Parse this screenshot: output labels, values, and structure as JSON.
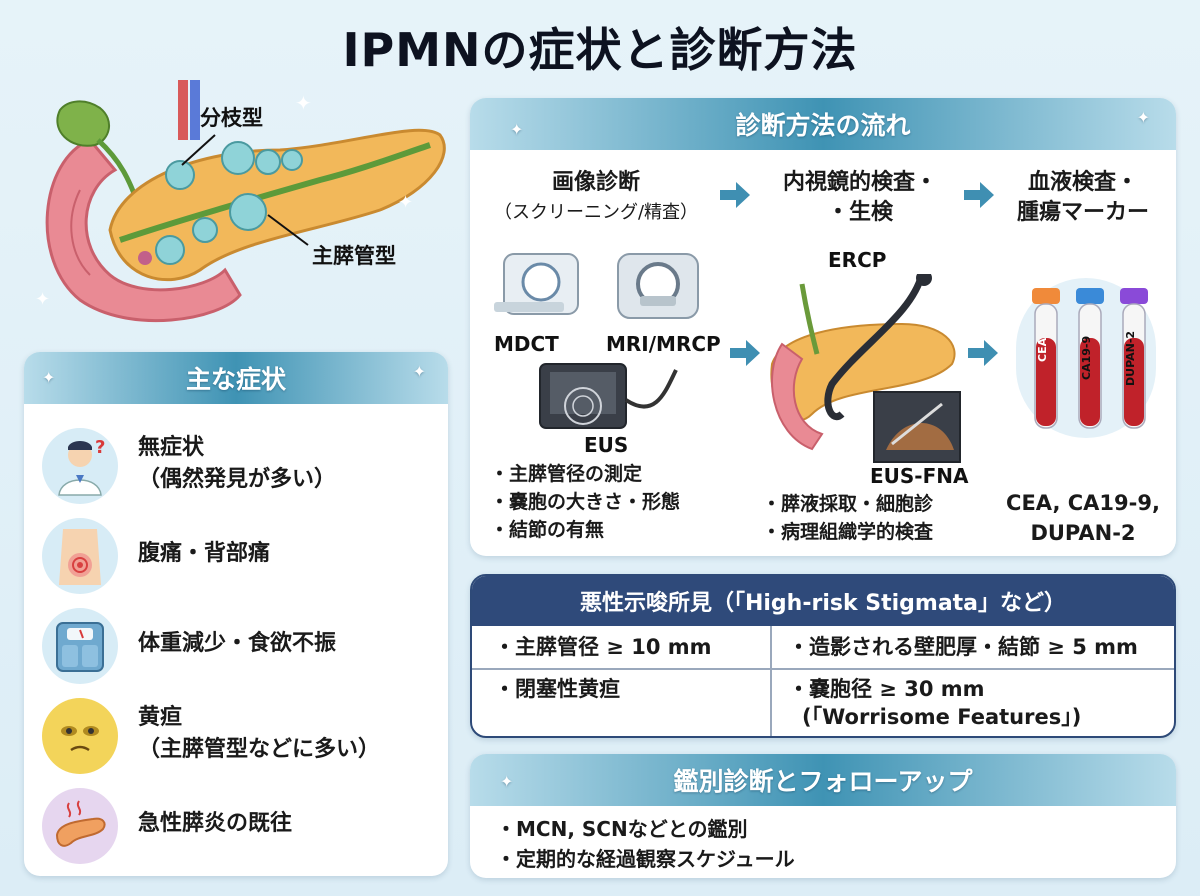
{
  "title": "IPMNの症状と診断方法",
  "illustration": {
    "label_branch": "分枝型",
    "label_main": "主膵管型"
  },
  "symptoms": {
    "heading": "主な症状",
    "items": [
      {
        "line1": "無症状",
        "line2": "（偶然発見が多い）",
        "icon": "doctor-icon"
      },
      {
        "line1": "腹痛・背部痛",
        "line2": "",
        "icon": "abdomen-pain-icon"
      },
      {
        "line1": "体重減少・食欲不振",
        "line2": "",
        "icon": "scale-icon"
      },
      {
        "line1": "黄疸",
        "line2": "（主膵管型などに多い）",
        "icon": "jaundice-face-icon"
      },
      {
        "line1": "急性膵炎の既往",
        "line2": "",
        "icon": "inflamed-pancreas-icon"
      }
    ]
  },
  "flow": {
    "heading": "診断方法の流れ",
    "col1": {
      "title": "画像診断",
      "subtitle": "（スクリーニング/精査）",
      "devices": [
        "MDCT",
        "MRI/MRCP",
        "EUS"
      ],
      "bullets": [
        "・主膵管径の測定",
        "・嚢胞の大きさ・形態",
        "・結節の有無"
      ]
    },
    "col2": {
      "title_line1": "内視鏡的検査・",
      "title_line2": "・生検",
      "label_top": "ERCP",
      "label_bottom": "EUS-FNA",
      "bullets": [
        "・膵液採取・細胞診",
        "・病理組織学的検査"
      ]
    },
    "col3": {
      "title_line1": "血液検査・",
      "title_line2": "腫瘍マーカー",
      "tubes": [
        "CEA",
        "CA19-9",
        "DUPAN-2"
      ],
      "markers_line1": "CEA, CA19-9,",
      "markers_line2": "DUPAN-2"
    }
  },
  "stigmata": {
    "heading": "悪性示唆所見（「High-risk Stigmata」など）",
    "cells": [
      "・主膵管径 ≥ 10 mm",
      "・造影される壁肥厚・結節 ≥ 5 mm",
      "・閉塞性黄疸",
      "・嚢胞径 ≥ 30 mm",
      "(「Worrisome Features」)"
    ]
  },
  "differential": {
    "heading": "鑑別診断とフォローアップ",
    "items": [
      "・MCN, SCNなどとの鑑別",
      "・定期的な経過観察スケジュール"
    ]
  },
  "colors": {
    "accent": "#3f93b4",
    "navy": "#2f4a7a",
    "pancreas": "#f2b85a",
    "cyst": "#8fd3d8"
  }
}
